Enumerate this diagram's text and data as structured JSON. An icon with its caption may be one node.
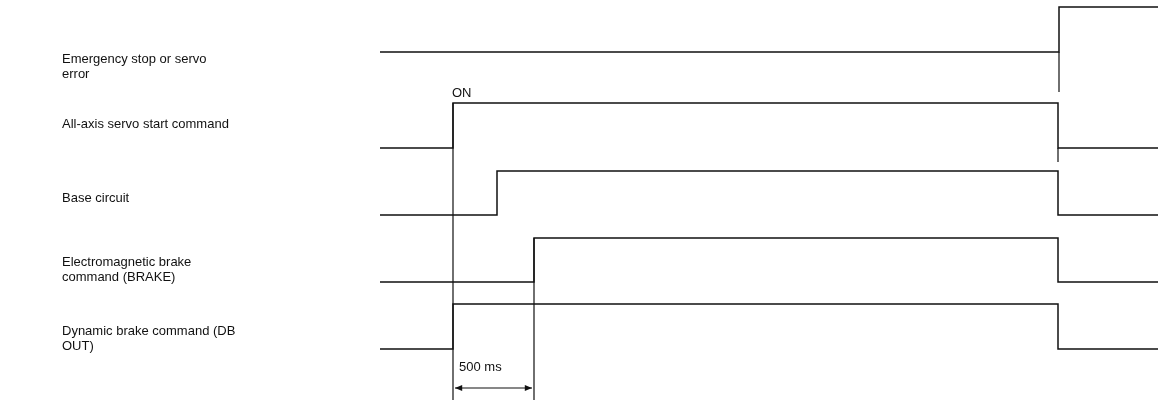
{
  "diagram": {
    "labels": [
      "Emergency stop or servo error",
      "All-axis servo start command",
      "Base circuit",
      "Electromagnetic brake command (BRAKE)",
      "Dynamic brake command (DB OUT)",
      "ON",
      "500 ms"
    ]
  }
}
